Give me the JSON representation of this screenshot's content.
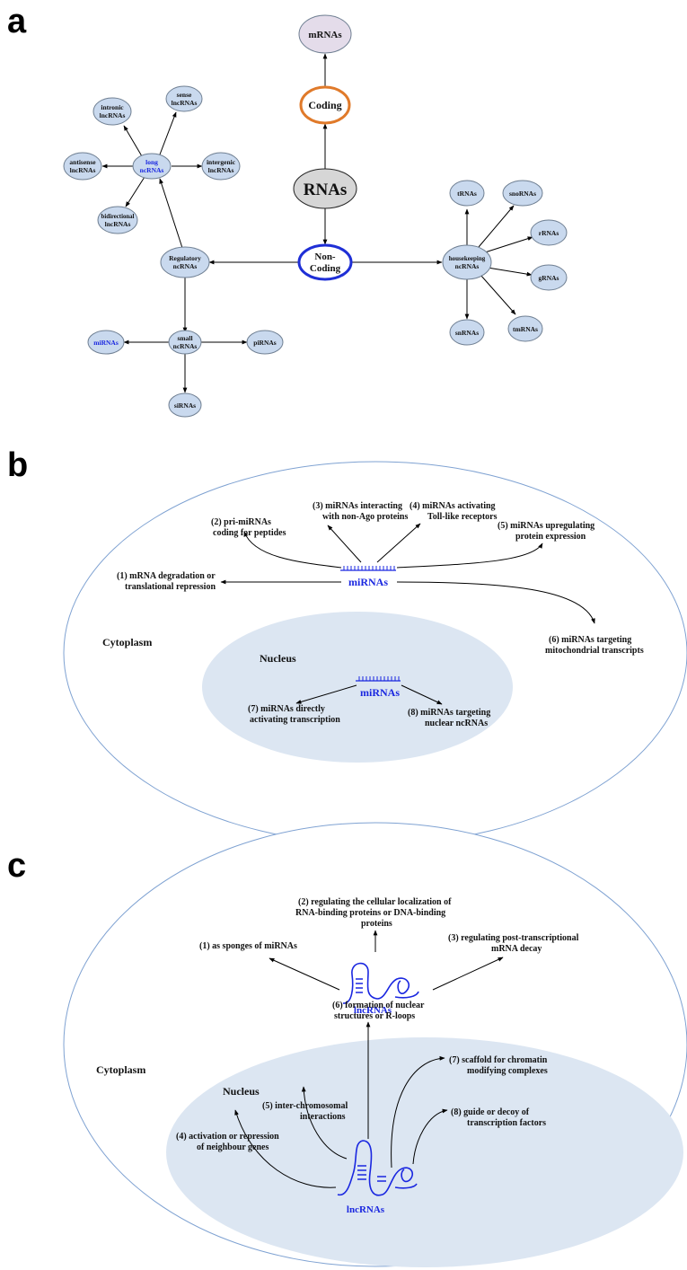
{
  "panels": {
    "a": "a",
    "b": "b",
    "c": "c"
  },
  "tree": {
    "root": "RNAs",
    "coding": "Coding",
    "mrnas": "mRNAs",
    "noncoding": [
      "Non-",
      "Coding"
    ],
    "regulatory": [
      "Regulatory",
      "ncRNAs"
    ],
    "long": [
      "long",
      "ncRNAs"
    ],
    "intronic": [
      "intronic",
      "lncRNAs"
    ],
    "sense": [
      "sense",
      "lncRNAs"
    ],
    "antisense": [
      "antisense",
      "lncRNAs"
    ],
    "intergenic": [
      "intergenic",
      "lncRNAs"
    ],
    "bidirectional": [
      "bidirectional",
      "lncRNAs"
    ],
    "small": [
      "small",
      "ncRNAs"
    ],
    "mirnas": "miRNAs",
    "pirnas": "piRNAs",
    "sirnas": "siRNAs",
    "housekeeping": [
      "housekeeping",
      "ncRNAs"
    ],
    "trnas": "tRNAs",
    "snornas": "snoRNAs",
    "rrnas": "rRNAs",
    "grnas": "gRNAs",
    "snrnas": "snRNAs",
    "tmrnas": "tmRNAs"
  },
  "mirna_panel": {
    "cytoplasm": "Cytoplasm",
    "nucleus": "Nucleus",
    "molecule_label": "miRNAs",
    "nuclear_molecule_label": "miRNAs",
    "f1": [
      "(1)  mRNA degradation or",
      "translational repression"
    ],
    "f2": [
      "(2) pri-miRNAs",
      "coding for peptides"
    ],
    "f3": [
      "(3) miRNAs interacting",
      "with non-Ago proteins"
    ],
    "f4": [
      "(4)  miRNAs activating",
      "Toll-like receptors"
    ],
    "f5": [
      "(5) miRNAs upregulating",
      "protein expression"
    ],
    "f6": [
      "(6)  miRNAs targeting",
      "mitochondrial transcripts"
    ],
    "f7": [
      "(7)  miRNAs directly",
      "activating transcription"
    ],
    "f8": [
      "(8)  miRNAs targeting",
      "nuclear ncRNAs"
    ]
  },
  "lncrna_panel": {
    "cytoplasm": "Cytoplasm",
    "nucleus": "Nucleus",
    "molecule_label": "lncRNAs",
    "nuclear_molecule_label": "lncRNAs",
    "f1": [
      "(1)  as sponges of miRNAs"
    ],
    "f2": [
      "(2)  regulating the cellular localization of",
      "RNA-binding proteins or DNA-binding",
      "proteins"
    ],
    "f3": [
      "(3)  regulating post-transcriptional",
      "mRNA decay"
    ],
    "f4": [
      "(4)  activation or repression",
      "of neighbour genes"
    ],
    "f5": [
      "(5) inter-chromosomal",
      "interactions"
    ],
    "f6": [
      "(6)  formation of nuclear",
      "structures or R-loops"
    ],
    "f7": [
      "(7)  scaffold for chromatin",
      "modifying complexes"
    ],
    "f8": [
      "(8)  guide or decoy of",
      "transcription factors"
    ]
  },
  "colors": {
    "node_fill": "#c9d9ee",
    "node_stroke": "#6f7f92",
    "root_fill": "#d6d6d6",
    "mrna_fill": "#e4dcea",
    "coding_stroke": "#e07a2a",
    "noncoding_stroke": "#1f2fd6",
    "blue_text": "#1a27e0",
    "cell_stroke": "#7fa2d2",
    "nucleus_fill": "#dce6f2"
  }
}
